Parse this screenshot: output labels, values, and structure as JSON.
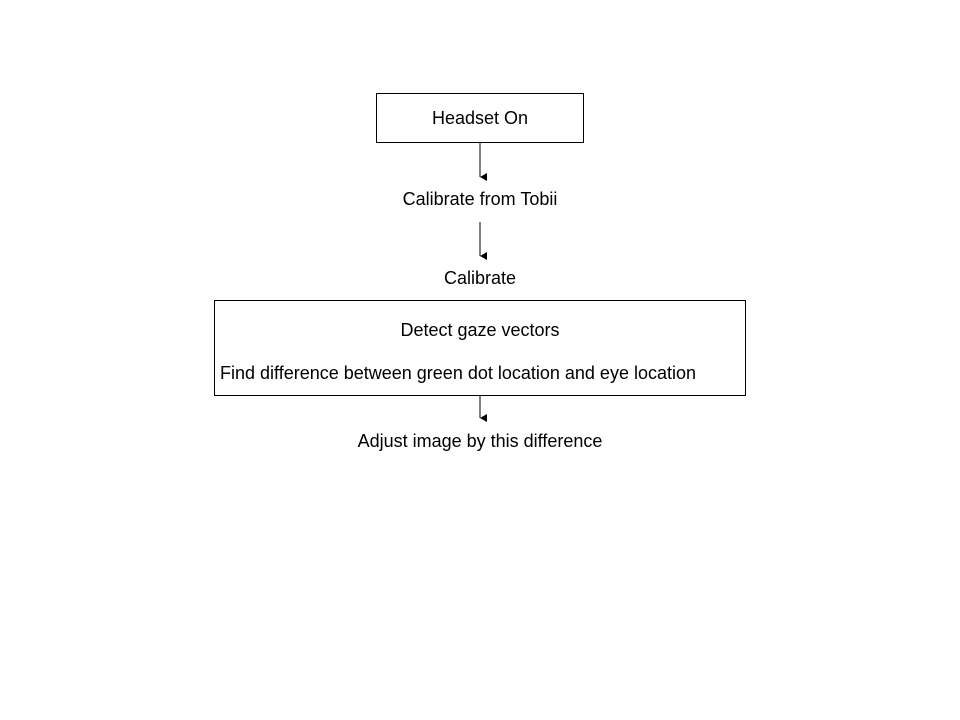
{
  "diagram": {
    "nodes": {
      "headset_on": "Headset On",
      "calibrate_tobii": "Calibrate from Tobii",
      "calibrate": "Calibrate",
      "detect_gaze": "Detect gaze vectors",
      "find_difference": "Find difference between green dot location and eye location",
      "adjust_image": "Adjust image by this difference"
    },
    "edges": [
      {
        "from": "headset_on",
        "to": "calibrate_tobii"
      },
      {
        "from": "calibrate_tobii",
        "to": "calibrate"
      },
      {
        "from": "find_difference",
        "to": "adjust_image"
      }
    ],
    "colors": {
      "line": "#000000",
      "background": "#ffffff"
    }
  }
}
